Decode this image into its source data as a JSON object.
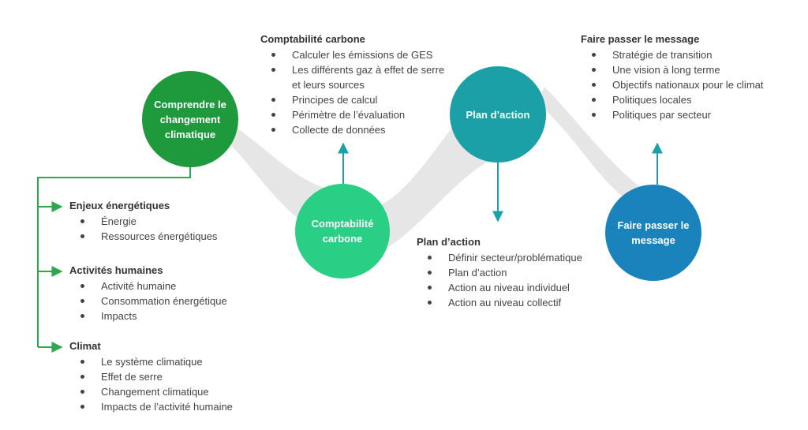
{
  "colors": {
    "step1": "#1e9a3c",
    "step2": "#29cf85",
    "step3": "#1aa0a6",
    "step4": "#1b83bb",
    "band": "#e6e6e6",
    "bracket": "#2ea84e"
  },
  "steps": [
    {
      "label": "Comprendre le changement climatique"
    },
    {
      "label": "Comptabilité carbone"
    },
    {
      "label": "Plan d’action"
    },
    {
      "label": "Faire passer le message"
    }
  ],
  "sections": {
    "comprendre": [
      {
        "title": "Enjeux énergétiques",
        "items": [
          "Énergie",
          "Ressources énergétiques"
        ]
      },
      {
        "title": "Activités humaines",
        "items": [
          "Activité humaine",
          "Consommation énergétique",
          "Impacts"
        ]
      },
      {
        "title": "Climat",
        "items": [
          "Le système climatique",
          "Effet de serre",
          "Changement climatique",
          "Impacts de l’activité humaine"
        ]
      }
    ],
    "comptabilite": {
      "title": "Comptabilité carbone",
      "items": [
        "Calculer les émissions de GES",
        "Les différents gaz à effet de serre et leurs sources",
        "Principes de calcul",
        "Périmètre de l’évaluation",
        "Collecte de données"
      ]
    },
    "plan": {
      "title": "Plan d’action",
      "items": [
        "Définir secteur/problématique",
        "Plan d’action",
        "Action au niveau individuel",
        "Action au niveau collectif"
      ]
    },
    "message": {
      "title": "Faire passer le message",
      "items": [
        "Stratégie de transition",
        "Une vision à long terme",
        "Objectifs nationaux pour le climat",
        "Politiques locales",
        "Politiques par secteur"
      ]
    }
  }
}
